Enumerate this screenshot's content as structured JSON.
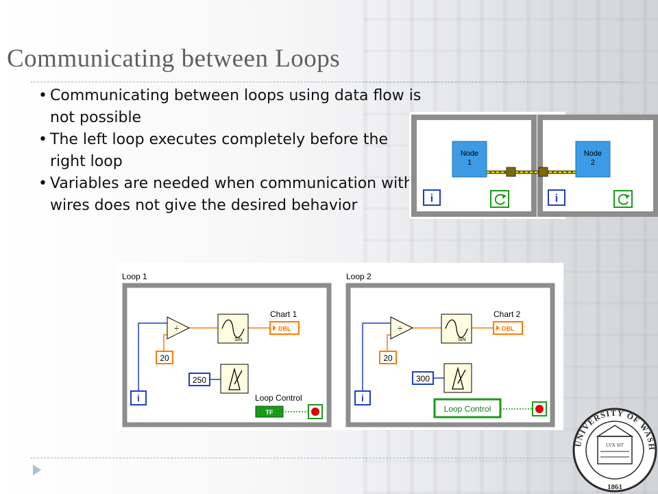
{
  "slide": {
    "title": "Communicating between Loops",
    "bullets": [
      "Communicating between loops using data flow is not possible",
      "The left loop executes completely before the right loop",
      "Variables are needed when communication with wires does not give the desired behavior"
    ]
  },
  "diagram_top": {
    "node1_line1": "Node",
    "node1_line2": "1",
    "node2_line1": "Node",
    "node2_line2": "2",
    "iteration_terminal": "i"
  },
  "diagram_bottom": {
    "loop1": {
      "label": "Loop 1",
      "divisor": "20",
      "wait_ms": "250",
      "chart_label": "Chart 1",
      "chart_type": "DBL",
      "sine_label": "SIN",
      "stop_label": "Loop Control",
      "stop_type": "TF",
      "iteration_terminal": "i"
    },
    "loop2": {
      "label": "Loop 2",
      "divisor": "20",
      "wait_ms": "300",
      "chart_label": "Chart 2",
      "chart_type": "DBL",
      "sine_label": "SIN",
      "stop_label": "Loop Control",
      "iteration_terminal": "i"
    }
  },
  "colors": {
    "title": "#5f5f61",
    "loop_border": "#8d8d8d",
    "node_blue": "#3d9be6",
    "int_wire": "#1f3cc7",
    "dbl_wire": "#ff7a00",
    "bool_wire": "#1a9a1a"
  },
  "logo": {
    "ring_text": "UNIVERSITY OF WASHINGTON",
    "motto": "LVX SIT",
    "year": "1861"
  }
}
